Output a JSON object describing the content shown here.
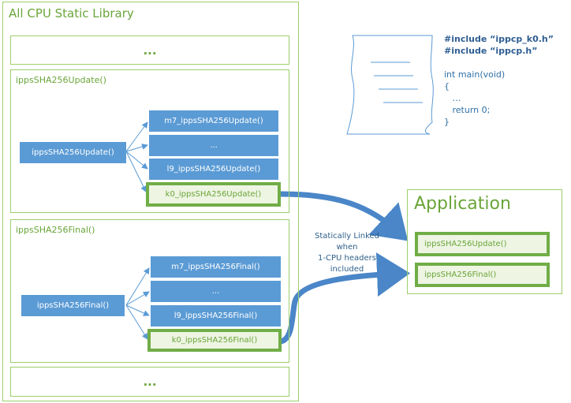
{
  "library": {
    "title": "All CPU Static Library",
    "top_ellipsis": "...",
    "bottom_ellipsis": "...",
    "update": {
      "section_title": "ippsSHA256Update()",
      "dispatcher": "ippsSHA256Update()",
      "variants": [
        "m7_ippsSHA256Update()",
        "...",
        "l9_ippsSHA256Update()"
      ],
      "selected": "k0_ippsSHA256Update()"
    },
    "final": {
      "section_title": "ippsSHA256Final()",
      "dispatcher": "ippsSHA256Final()",
      "variants": [
        "m7_ippsSHA256Final()",
        "...",
        "l9_ippsSHA256Final()"
      ],
      "selected": "k0_ippsSHA256Final()"
    }
  },
  "source_doc": {
    "include1": "#include “ippcp_k0.h”",
    "include2": "#include “ippcp.h”",
    "line1": "int main(void)",
    "line2": "{",
    "line3": "…",
    "line4": "return 0;",
    "line5": "}"
  },
  "link_label": {
    "line1": "Statically Linked",
    "line2": "when",
    "line3": "1-CPU headers included"
  },
  "application": {
    "title": "Application",
    "items": [
      "ippsSHA256Update()",
      "ippsSHA256Final()"
    ]
  },
  "colors": {
    "green_border": "#9ccf6b",
    "green_strong": "#70ad47",
    "blue_box": "#5b9bd5",
    "arrow_blue": "#4a86c8"
  }
}
